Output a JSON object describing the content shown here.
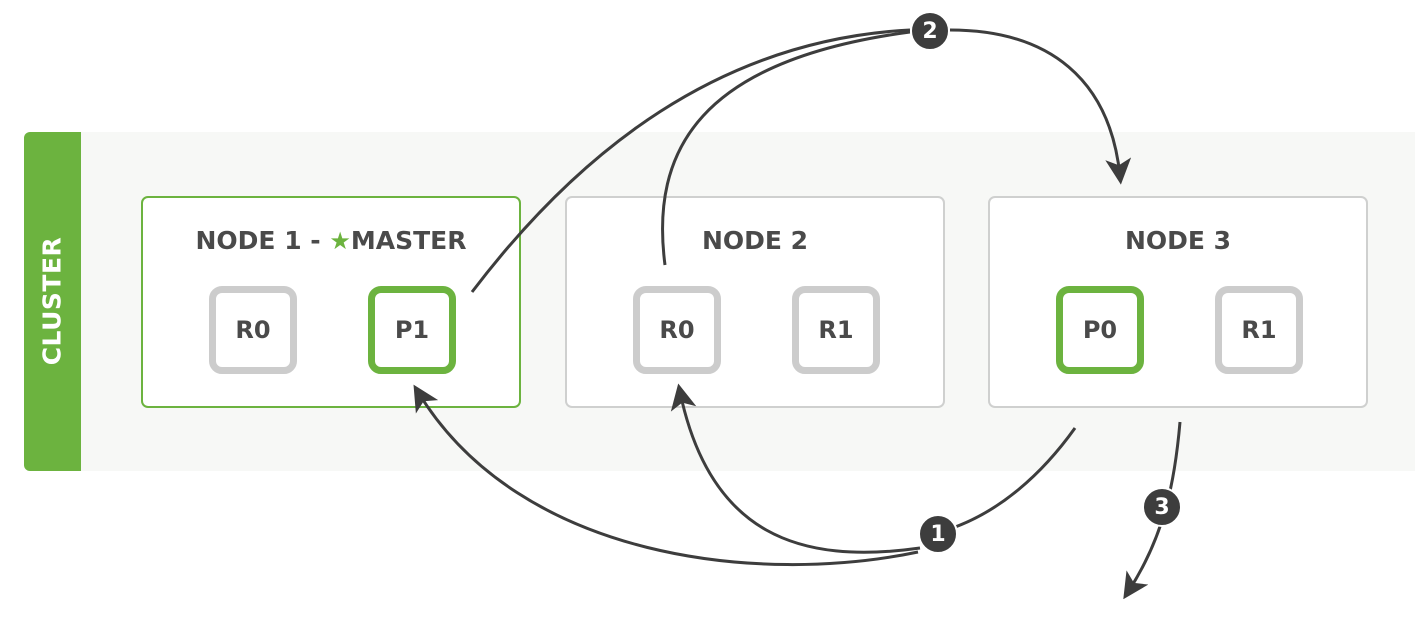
{
  "cluster": {
    "label": "CLUSTER",
    "accent_color": "#6cb33f",
    "replica_color": "#cccccc",
    "arrow_color": "#3d3d3d"
  },
  "nodes": [
    {
      "title": "NODE 1 - ",
      "master_icon": "star-icon",
      "master_label": "MASTER",
      "is_master": true,
      "shards": [
        {
          "label": "R0",
          "type": "replica"
        },
        {
          "label": "P1",
          "type": "primary"
        }
      ]
    },
    {
      "title": "NODE 2",
      "is_master": false,
      "shards": [
        {
          "label": "R0",
          "type": "replica"
        },
        {
          "label": "R1",
          "type": "replica"
        }
      ]
    },
    {
      "title": "NODE 3",
      "is_master": false,
      "shards": [
        {
          "label": "P0",
          "type": "primary"
        },
        {
          "label": "R1",
          "type": "replica"
        }
      ]
    }
  ],
  "steps": [
    {
      "label": "1"
    },
    {
      "label": "2"
    },
    {
      "label": "3"
    }
  ]
}
